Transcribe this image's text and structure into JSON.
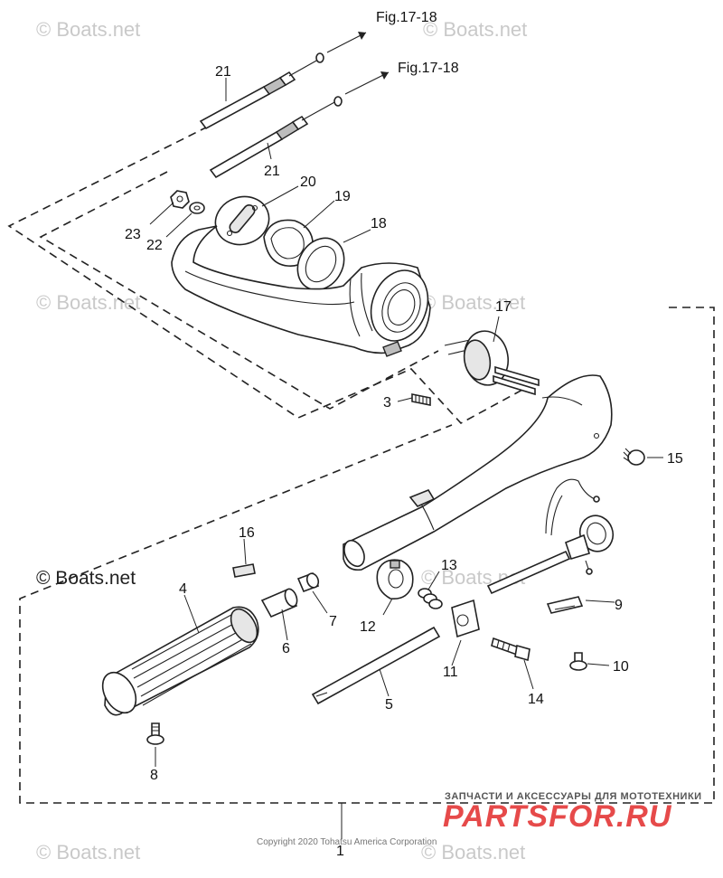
{
  "watermarks": {
    "top_left": "© Boats.net",
    "top_right": "© Boats.net",
    "mid_left": "© Boats.net",
    "mid_right": "© Boats.net",
    "main": "© Boats.net",
    "mid_lower_right": "© Boats.net",
    "bottom_left": "© Boats.net",
    "bottom_right": "© Boats.net"
  },
  "references": [
    "Fig.17-18",
    "Fig.17-18"
  ],
  "callouts": [
    "1",
    "3",
    "4",
    "5",
    "6",
    "7",
    "8",
    "9",
    "10",
    "11",
    "12",
    "13",
    "14",
    "15",
    "16",
    "17",
    "18",
    "19",
    "20",
    "21",
    "21",
    "22",
    "23"
  ],
  "copyright": "Copyright 2020 Tohatsu America Corporation",
  "shop_caption": "ЗАПЧАСТИ И АКСЕССУАРЫ ДЛЯ МОТОТЕХНИКИ",
  "shop_logo": "PARTSFOR.RU",
  "colors": {
    "line": "#222222",
    "logo": "#e64a4a",
    "watermark": "#c9c9c9"
  }
}
